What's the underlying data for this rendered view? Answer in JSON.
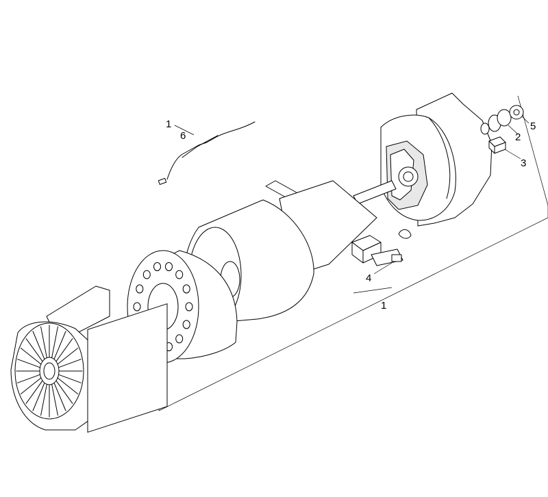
{
  "diagram": {
    "callouts": [
      {
        "id": "c1a",
        "label": "1"
      },
      {
        "id": "c6",
        "label": "6"
      },
      {
        "id": "c2",
        "label": "2"
      },
      {
        "id": "c5",
        "label": "5"
      },
      {
        "id": "c3",
        "label": "3"
      },
      {
        "id": "c4",
        "label": "4"
      },
      {
        "id": "c1b",
        "label": "1"
      }
    ]
  }
}
